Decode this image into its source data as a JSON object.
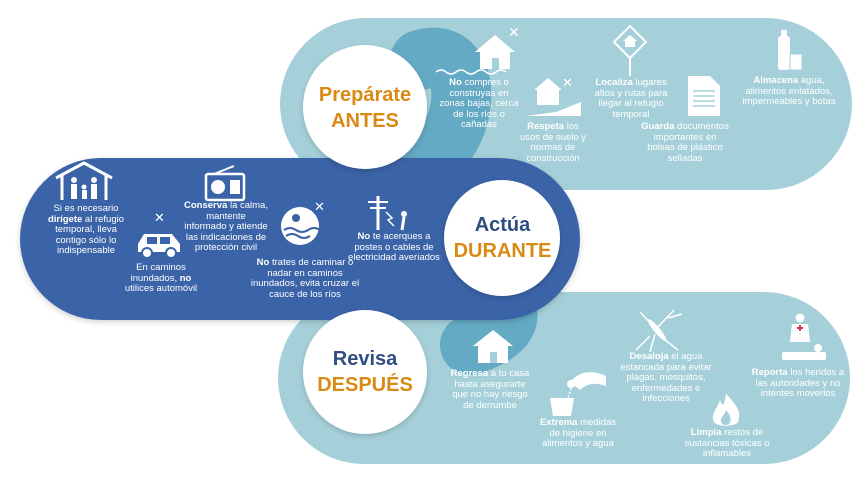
{
  "colors": {
    "light": "#a6d0d9",
    "mid": "#64aac4",
    "dark": "#3a63a8",
    "orange": "#d88a14",
    "darkText": "#2f4f82"
  },
  "headings": {
    "antes": {
      "line1": "Prepárate",
      "line2": "ANTES"
    },
    "durante": {
      "line1": "Actúa",
      "line2": "DURANTE"
    },
    "despues": {
      "line1": "Revisa",
      "line2": "DESPUÉS"
    }
  },
  "antes": [
    {
      "icon": "house-icon",
      "bold": "No",
      "text": " compres o construyas en zonas bajas, cerca de los ríos o cañadas"
    },
    {
      "icon": "landslide-house-icon",
      "bold": "Respeta",
      "text": " los usos de suelo y normas de construcción"
    },
    {
      "icon": "shelter-sign-icon",
      "bold": "Localiza",
      "text": " lugares altos y rutas para llegar al refugio temporal"
    },
    {
      "icon": "document-icon",
      "bold": "Guarda",
      "text": " documentos importantes en bolsas de plástico selladas"
    },
    {
      "icon": "food-water-icon",
      "bold": "Almacena",
      "text": " agua, alimentos enlatados, impermeables y botas"
    }
  ],
  "durante": [
    {
      "icon": "family-shelter-icon",
      "pre": "Si es necesario ",
      "bold": "dirígete",
      "text": " al refugio temporal, lleva contigo sólo lo indispensable"
    },
    {
      "icon": "car-icon",
      "pre": "En caminos inundados, ",
      "bold": "no",
      "text": " utilices automóvil"
    },
    {
      "icon": "radio-icon",
      "bold": "Conserva",
      "text": " la calma, mantente informado y atiende las indicaciones de protección civil"
    },
    {
      "icon": "swimmer-icon",
      "bold": "No",
      "text": " trates de caminar o nadar en caminos inundados, evita cruzar el cauce de los ríos"
    },
    {
      "icon": "power-line-icon",
      "bold": "No",
      "text": " te acerques a postes o cables de electricidad averiados"
    }
  ],
  "despues": [
    {
      "icon": "house-return-icon",
      "bold": "Regresa",
      "text": " a tu casa hasta asegurarte que no hay riesgo de derrumbe"
    },
    {
      "icon": "water-glass-icon",
      "bold": "Extrema",
      "text": " medidas de higiene en alimentos y agua"
    },
    {
      "icon": "mosquito-icon",
      "bold": "Desaloja",
      "text": " el agua estancada para evitar plagas, mosquitos, enfermedades e infecciones"
    },
    {
      "icon": "flame-icon",
      "bold": "Limpia",
      "text": " restos de sustancias tóxicas o inflamables"
    },
    {
      "icon": "first-aid-icon",
      "bold": "Reporta",
      "text": " los heridos a las autoridades y no intentes moverlos"
    }
  ]
}
